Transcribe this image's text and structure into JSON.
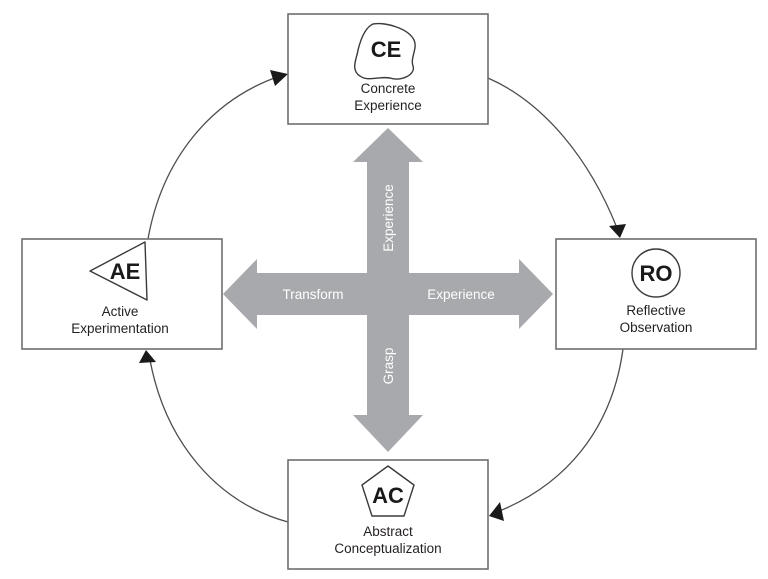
{
  "diagram": {
    "type": "cycle",
    "title": "",
    "nodes": [
      {
        "id": "ce",
        "badge": "CE",
        "badge_shape": "blob",
        "label_line1": "Concrete",
        "label_line2": "Experience"
      },
      {
        "id": "ro",
        "badge": "RO",
        "badge_shape": "circle",
        "label_line1": "Reflective",
        "label_line2": "Observation"
      },
      {
        "id": "ac",
        "badge": "AC",
        "badge_shape": "pentagon",
        "label_line1": "Abstract",
        "label_line2": "Conceptualization"
      },
      {
        "id": "ae",
        "badge": "AE",
        "badge_shape": "triangle",
        "label_line1": "Active",
        "label_line2": "Experimentation"
      }
    ],
    "edges": [
      {
        "from": "ce",
        "to": "ro"
      },
      {
        "from": "ro",
        "to": "ac"
      },
      {
        "from": "ac",
        "to": "ae"
      },
      {
        "from": "ae",
        "to": "ce"
      }
    ],
    "axes": {
      "up_label": "Experience",
      "down_label": "Grasp",
      "left_label": "Transform",
      "right_label": "Experience"
    },
    "colors": {
      "cross_fill": "#a7a9ac",
      "box_stroke": "#6d6e71",
      "arrowhead": "#1a1a1a",
      "text": "#231f20"
    }
  }
}
